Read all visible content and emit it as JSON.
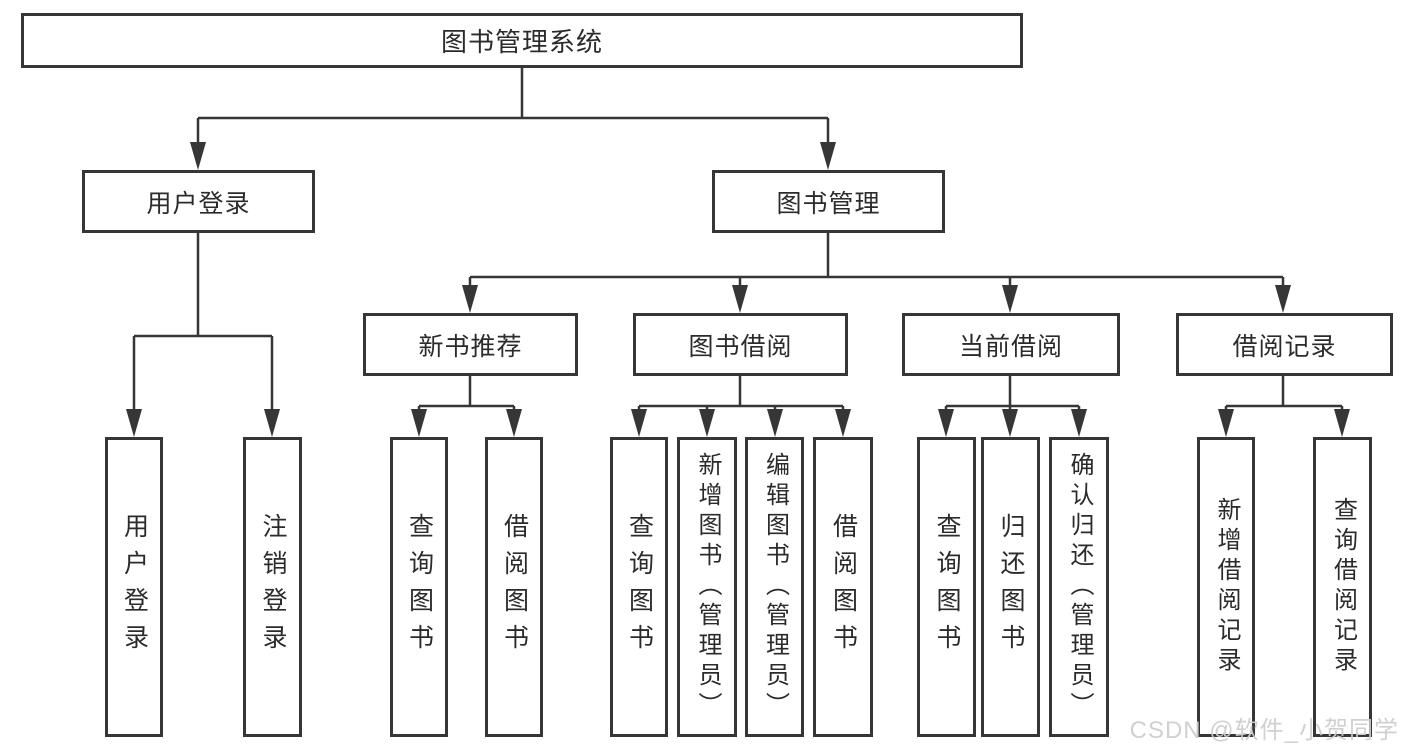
{
  "tree": {
    "root": "图书管理系统",
    "children": [
      {
        "label": "用户登录",
        "children": [
          "用户登录",
          "注销登录"
        ]
      },
      {
        "label": "图书管理",
        "children": [
          {
            "label": "新书推荐",
            "children": [
              "查询图书",
              "借阅图书"
            ]
          },
          {
            "label": "图书借阅",
            "children": [
              "查询图书",
              "新增图书（管理员）",
              "编辑图书（管理员）",
              "借阅图书"
            ]
          },
          {
            "label": "当前借阅",
            "children": [
              "查询图书",
              "归还图书",
              "确认归还（管理员）"
            ]
          },
          {
            "label": "借阅记录",
            "children": [
              "新增借阅记录",
              "查询借阅记录"
            ]
          }
        ]
      }
    ]
  },
  "watermark": {
    "text": "CSDN @软件_小贺同学"
  },
  "colors": {
    "line": "#363636",
    "text": "#2b2b2b",
    "background": "#ffffff",
    "watermark": "#cdcdcd"
  }
}
